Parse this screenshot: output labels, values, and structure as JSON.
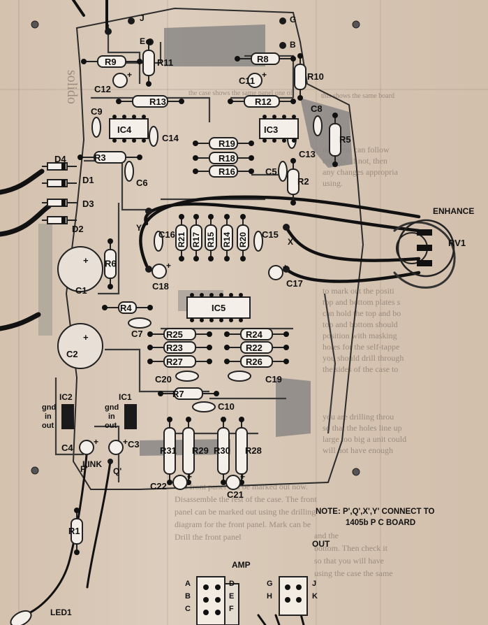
{
  "diagram": {
    "components": {
      "R9": "R9",
      "R11": "R11",
      "R8": "R8",
      "R10": "R10",
      "R13": "R13",
      "R12": "R12",
      "R3": "R3",
      "R5": "R5",
      "R19": "R19",
      "R18": "R18",
      "R16": "R16",
      "R2": "R2",
      "R21": "R21",
      "R17": "R17",
      "R15": "R15",
      "R14": "R14",
      "R20": "R20",
      "R6": "R6",
      "R4": "R4",
      "R25": "R25",
      "R23": "R23",
      "R27": "R27",
      "R24": "R24",
      "R22": "R22",
      "R26": "R26",
      "R7": "R7",
      "R31": "R31",
      "R29": "R29",
      "R30": "R30",
      "R28": "R28",
      "R1": "R1",
      "C12": "C12",
      "C11": "C11",
      "C9": "C9",
      "C14": "C14",
      "C8": "C8",
      "C13": "C13",
      "C6": "C6",
      "C5": "C5",
      "C16": "C16",
      "C15": "C15",
      "C1": "C1",
      "C18": "C18",
      "C17": "C17",
      "C7": "C7",
      "C2": "C2",
      "C20": "C20",
      "C19": "C19",
      "C10": "C10",
      "C4": "C4",
      "C3": "C3",
      "C22": "C22",
      "C21": "C21",
      "IC4": "IC4",
      "IC3": "IC3",
      "IC5": "IC5",
      "IC2": "IC2",
      "IC1": "IC1",
      "D4": "D4",
      "D1": "D1",
      "D3": "D3",
      "D2": "D2",
      "RV1": "RV1",
      "LED1": "LED1"
    },
    "terminals": {
      "J": "J",
      "G": "G",
      "E": "E",
      "B": "B",
      "Y": "Y'",
      "X": "X'",
      "P": "P'",
      "Q": "Q'"
    },
    "regulator_pins": {
      "gnd": "gnd",
      "in": "in",
      "out": "out"
    },
    "labels": {
      "enhance": "ENHANCE",
      "link": "LINK",
      "amp": "AMP",
      "out": "OUT",
      "note_line1": "NOTE: P',Q',X',Y' CONNECT TO",
      "note_line2": "1405b P C BOARD"
    },
    "connectors": {
      "amp_pins": [
        "A",
        "B",
        "C",
        "D",
        "E",
        "F"
      ],
      "out_pins": [
        "G",
        "H",
        "J",
        "K"
      ]
    },
    "background_text": {
      "side_word": "solido",
      "caption_left": "the case shows the same panel one of",
      "caption_right": "this shows the same board",
      "col1": [
        "now you can follow",
        "exactly. If not, then",
        "any changes appropria",
        "using."
      ],
      "col2": [
        "to mark out the positi",
        "top and bottom plates s",
        "can hold the top and bo",
        "top and bottom should",
        "position with masking",
        "holes for the self-tappe",
        "you should drill through",
        "the sides of the case to"
      ],
      "col3": [
        "you are drilling throu",
        "so that the holes line up",
        "large too big a unit could",
        "will not have enough"
      ],
      "col4": [
        "The front panel can be marked out now.",
        "Disassemble the rest of the case. The front",
        "panel can be marked out using the drilling",
        "diagram for the front panel. Mark can be",
        "Drill the front panel"
      ],
      "col5": [
        "and the",
        "bottom. Then check it",
        "so that you will have",
        "using the case the same"
      ]
    }
  }
}
